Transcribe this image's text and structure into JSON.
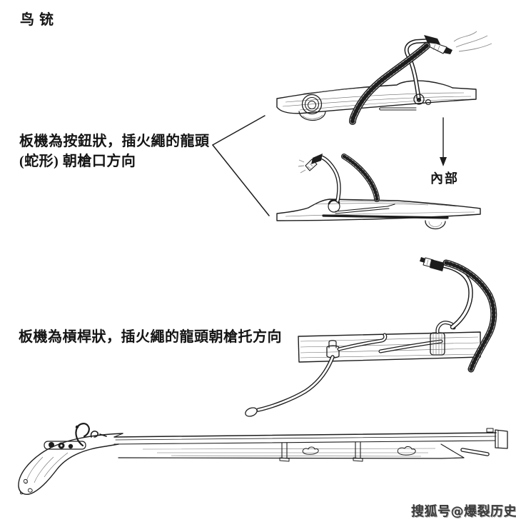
{
  "page_title": "鸟铳",
  "annotations": {
    "button_type_line1": "板機為按鈕狀，插火繩的龍頭",
    "button_type_line2": "(蛇形) 朝槍口方向",
    "internal_view": "內部",
    "lever_type": "板機為槓桿狀，插火繩的龍頭朝槍托方向"
  },
  "watermark": "搜狐号@爆裂历史",
  "colors": {
    "background": "#ffffff",
    "ink": "#1d1d1d",
    "watermark": "#3b3b3b"
  }
}
